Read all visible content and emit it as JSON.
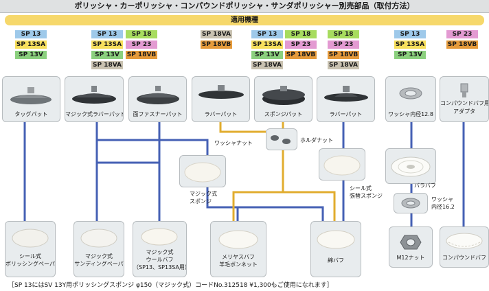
{
  "title": "ポリッシャ・カーポリッシャ・コンパウンドポリッシャ・サンダポリッシャー別売部品（取付方法）",
  "applicable_models": "適用機種",
  "model_groups": [
    [
      "SP 13",
      "SP 13SA",
      "SP 13V"
    ],
    [
      "SP 13",
      "SP 18",
      "SP 13SA",
      "SP 23",
      "SP 13V",
      "SP 18VB",
      "SP 18VA"
    ],
    [
      "SP 18VA",
      "SP 18VB"
    ],
    [
      "SP 13",
      "SP 18",
      "SP 13SA",
      "SP 23",
      "SP 13V",
      "SP 18VB",
      "SP 18VA"
    ],
    [
      "SP 18",
      "SP 23",
      "SP 18VB",
      "SP 18VA"
    ],
    [
      "SP 13",
      "SP 13SA",
      "SP 13V"
    ],
    [
      "SP 23",
      "SP 18VB"
    ]
  ],
  "pads": [
    {
      "label": "タッグパット"
    },
    {
      "label": "マジック式ラバーパット"
    },
    {
      "label": "面ファスナーパット"
    },
    {
      "label": "ラバーパット"
    },
    {
      "label": "スポンジパット"
    },
    {
      "label": "ラバーパット"
    },
    {
      "label": "ワッシャ内径12.8"
    },
    {
      "label": "コンパウンドバフ用",
      "label2": "アダプタ"
    }
  ],
  "middle": {
    "washer_nut": "ワッシャナット",
    "holder_nut": "ホルダナット",
    "magic_sponge": [
      "マジック式",
      "スポンジ"
    ],
    "seal_sponge": [
      "シール式",
      "張替スポンジ"
    ],
    "bara_buff": "バラバフ",
    "washer_16": [
      "ワッシャ",
      "内径16.2"
    ]
  },
  "bottoms": [
    {
      "lines": [
        "シール式",
        "ポリッシングペーパ"
      ]
    },
    {
      "lines": [
        "マジック式",
        "サンディングペーパ"
      ]
    },
    {
      "lines": [
        "マジック式",
        "ウールバフ",
        "（SP13、SP13SA用）"
      ]
    },
    {
      "lines": [
        "メリヤスバフ",
        "羊毛ボンネット"
      ]
    },
    {
      "lines": [
        "綿バフ"
      ]
    },
    {
      "lines": [
        "M12ナット"
      ]
    },
    {
      "lines": [
        "コンパウンドバフ"
      ]
    }
  ],
  "footnote": "［SP 13にはSV 13Y用ポリッシングスポンジ φ150（マジック式）コードNo.312518 ¥1,300もご使用になれます］",
  "colors": {
    "SP 13": "#9ec9ea",
    "SP 13SA": "#f7df5c",
    "SP 13V": "#8bd07e",
    "SP 18": "#a7dc5e",
    "SP 23": "#e39ad2",
    "SP 18VB": "#e59a3b",
    "SP 18VA": "#c9c2b1",
    "blue_line": "#4560b4",
    "gold_line": "#e1ac2e",
    "header_bar": "#f6d86b"
  }
}
